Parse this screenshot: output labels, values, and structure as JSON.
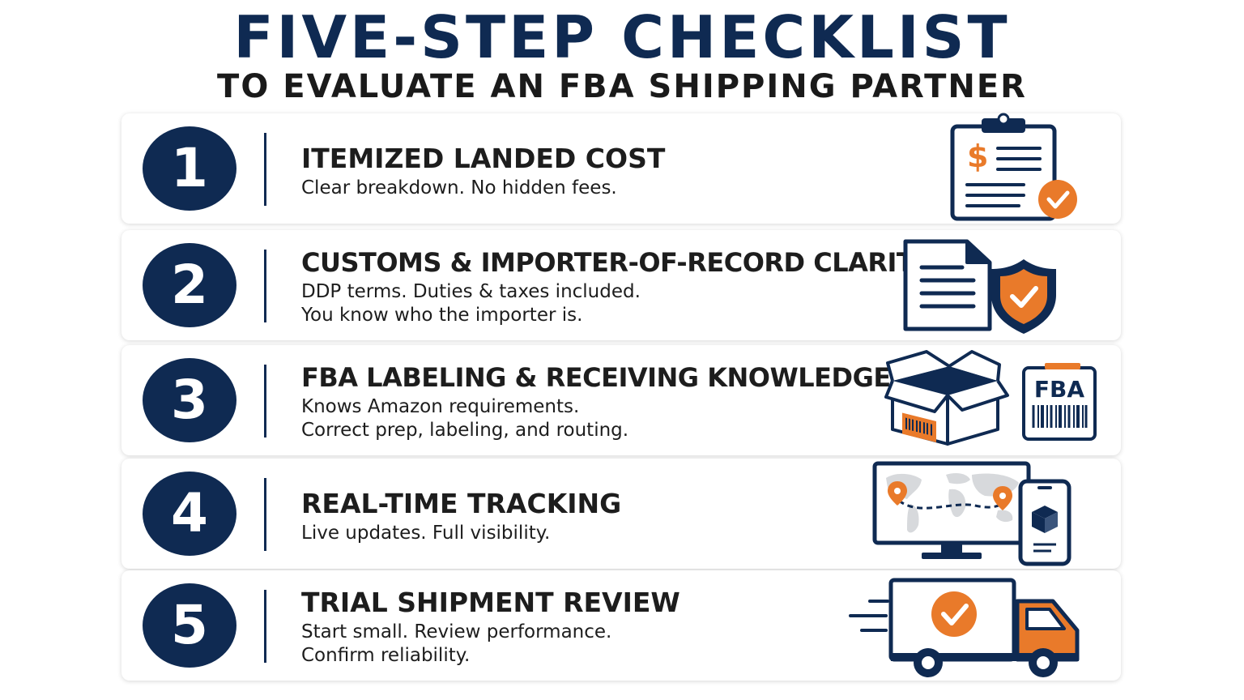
{
  "header": {
    "title": "FIVE-STEP CHECKLIST",
    "subtitle": "TO EVALUATE AN FBA SHIPPING PARTNER"
  },
  "colors": {
    "navy": "#0f2a52",
    "orange": "#e97a2a",
    "text": "#1d1d1d"
  },
  "steps": [
    {
      "number": "1",
      "title": "ITEMIZED LANDED COST",
      "lines": [
        "Clear breakdown. No hidden fees."
      ],
      "icon": "clipboard-cost-check-icon",
      "icon_text": "$"
    },
    {
      "number": "2",
      "title": "CUSTOMS & IMPORTER-OF-RECORD CLARITY",
      "lines": [
        "DDP terms. Duties & taxes included.",
        "You know who the importer is."
      ],
      "icon": "document-shield-check-icon"
    },
    {
      "number": "3",
      "title": "FBA LABELING & RECEIVING KNOWLEDGE",
      "lines": [
        "Knows Amazon requirements.",
        "Correct prep, labeling, and routing."
      ],
      "icon": "box-fba-label-icon",
      "icon_text": "FBA"
    },
    {
      "number": "4",
      "title": "REAL-TIME TRACKING",
      "lines": [
        "Live updates. Full visibility."
      ],
      "icon": "monitor-map-phone-icon"
    },
    {
      "number": "5",
      "title": "TRIAL SHIPMENT REVIEW",
      "lines": [
        "Start small. Review performance.",
        "Confirm reliability."
      ],
      "icon": "delivery-truck-check-icon"
    }
  ]
}
